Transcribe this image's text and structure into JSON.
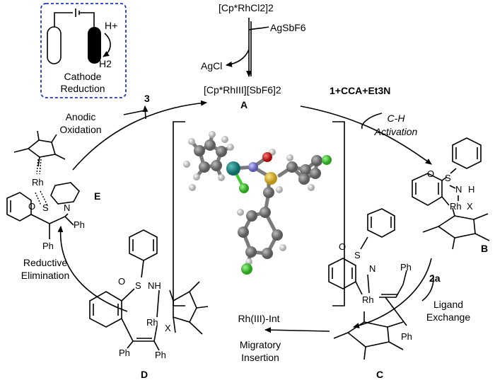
{
  "catalyst": {
    "precursor": "[Cp*RhCl2]2",
    "additive": "AgSbF6",
    "byproduct": "AgCl",
    "active": "[Cp*RhIII][SbF6]2",
    "active_label": "A"
  },
  "cathode": {
    "proton": "H+",
    "h2": "H2",
    "line1": "Cathode",
    "line2": "Reduction"
  },
  "steps": {
    "anodic_1": "Anodic",
    "anodic_2": "Oxidation",
    "product": "3",
    "reagents": "1+CCA+Et3N",
    "ch_1": "C-H",
    "ch_2": "Activation",
    "ligand_reagent": "2a",
    "ligand_1": "Ligand",
    "ligand_2": "Exchange",
    "migratory_1": "Migratory",
    "migratory_2": "Insertion",
    "reductive_1": "Reductive",
    "reductive_2": "Elimination"
  },
  "intermediates": {
    "A": "A",
    "B": "B",
    "C": "C",
    "D": "D",
    "E": "E",
    "center_caption": "Rh(III)-Int"
  },
  "atoms": {
    "rh": "Rh",
    "s": "S",
    "o": "O",
    "n": "N",
    "nh": "NH",
    "h": "H",
    "x": "X",
    "ph": "Ph"
  },
  "colors": {
    "dashed_box": "#1f35c9",
    "rh_atom": "#1f8a86",
    "cl_atom": "#3fcf2e",
    "s_atom": "#d8b833",
    "o_atom": "#d61a1a",
    "n_atom": "#8a8ad8",
    "c_atom": "#6e6e6e",
    "h_atom": "#dcdcdc"
  }
}
